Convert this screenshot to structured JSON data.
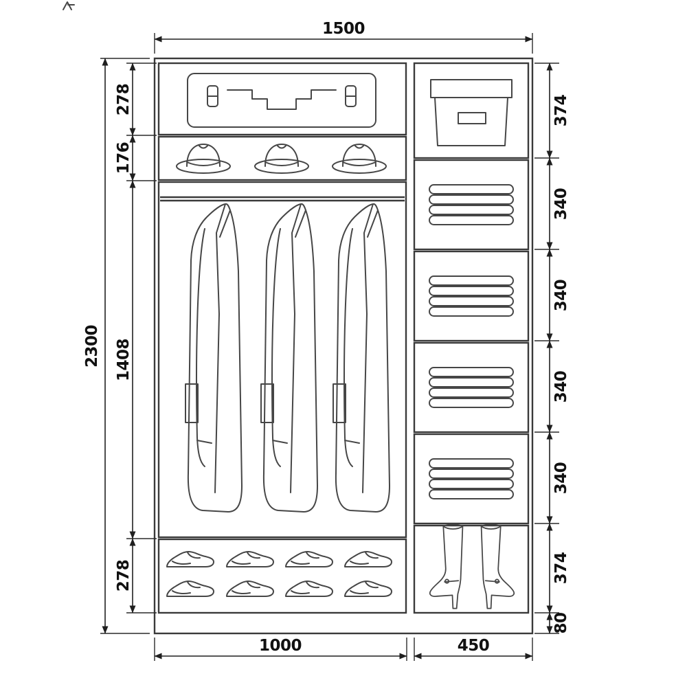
{
  "diagram": {
    "title": "wardrobe-interior-dimension-drawing",
    "overall_width": "1500",
    "overall_height": "2300",
    "left_column_width": "1000",
    "right_column_width": "450",
    "left_sections": [
      "278",
      "176",
      "1408",
      "278"
    ],
    "right_sections": [
      "374",
      "340",
      "340",
      "340",
      "340",
      "374",
      "80"
    ],
    "contents": {
      "left_compartments": [
        "suitcase",
        "hats",
        "coats-on-hangers",
        "shoes"
      ],
      "right_compartments": [
        "storage-box",
        "folded-linen",
        "folded-linen",
        "folded-linen",
        "folded-linen",
        "boots"
      ]
    },
    "line_color": "#3a3a3a",
    "text_color": "#111111"
  }
}
